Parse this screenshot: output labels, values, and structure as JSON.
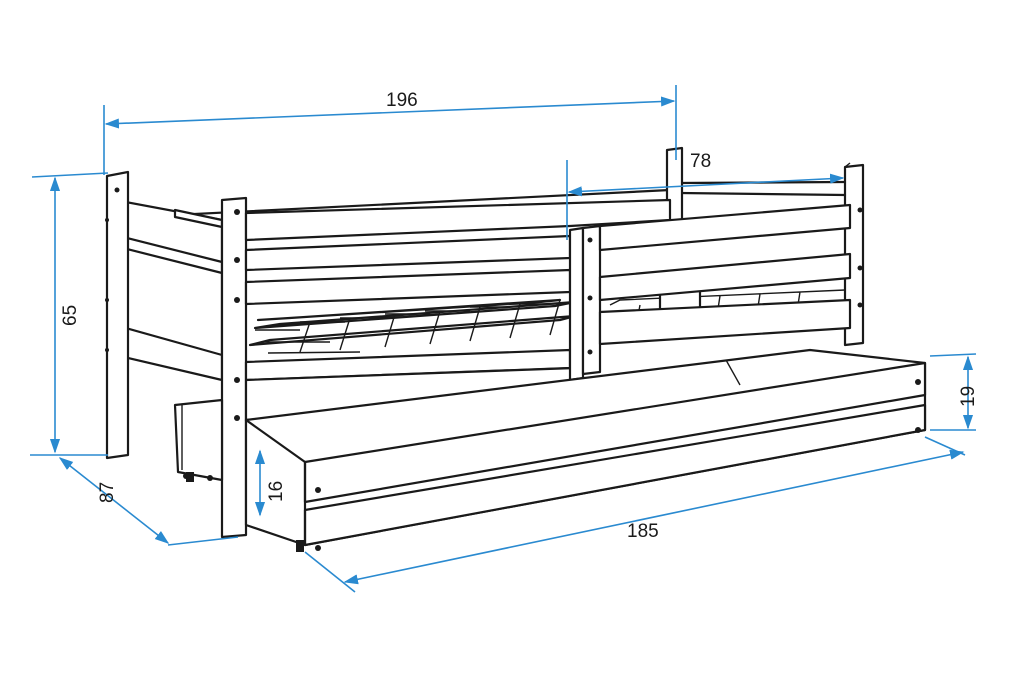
{
  "dimensions": {
    "length_top": "196",
    "depth_right": "78",
    "height_left": "65",
    "depth_bottom": "87",
    "drawer_height_right": "19",
    "drawer_height_front": "16",
    "drawer_length": "185"
  },
  "colors": {
    "line": "#1a1a1a",
    "dimension": "#2a8ad0",
    "background": "#ffffff"
  }
}
